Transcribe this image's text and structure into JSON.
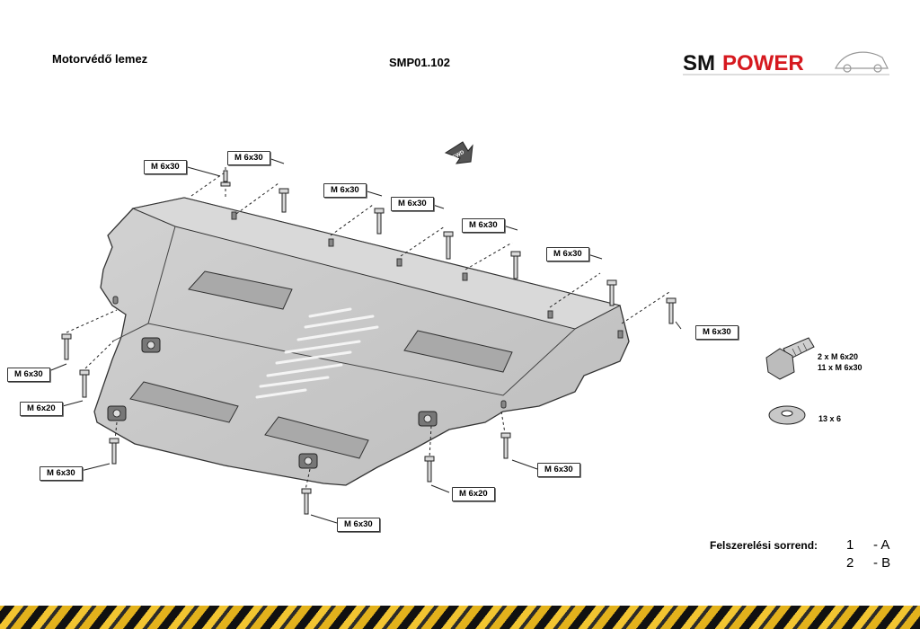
{
  "header": {
    "title": "Motorvédő lemez",
    "part_number": "SMP01.102",
    "logo_sm": "SM",
    "logo_power": "POWER"
  },
  "colors": {
    "brand_red": "#d6191f",
    "plate_gray": "#c9c9c9",
    "stripe_yellow": "#e3b21c"
  },
  "diagram": {
    "direction_mark": "FWD",
    "callouts": [
      "M 6x30",
      "M 6x30",
      "M 6x30",
      "M 6x30",
      "M 6x30",
      "M 6x30",
      "M 6x30",
      "M 6x30",
      "M 6x20",
      "M 6x30",
      "M 6x20",
      "M 6x30",
      "M 6x30"
    ]
  },
  "hardware": {
    "bolts_line1": "2  x  M 6x20",
    "bolts_line2": "11 x  M 6x30",
    "washers": "13   x   6"
  },
  "install_order": {
    "label": "Felszerelési sorrend:",
    "steps": [
      {
        "num": "1",
        "code": "- A"
      },
      {
        "num": "2",
        "code": "- B"
      }
    ]
  }
}
